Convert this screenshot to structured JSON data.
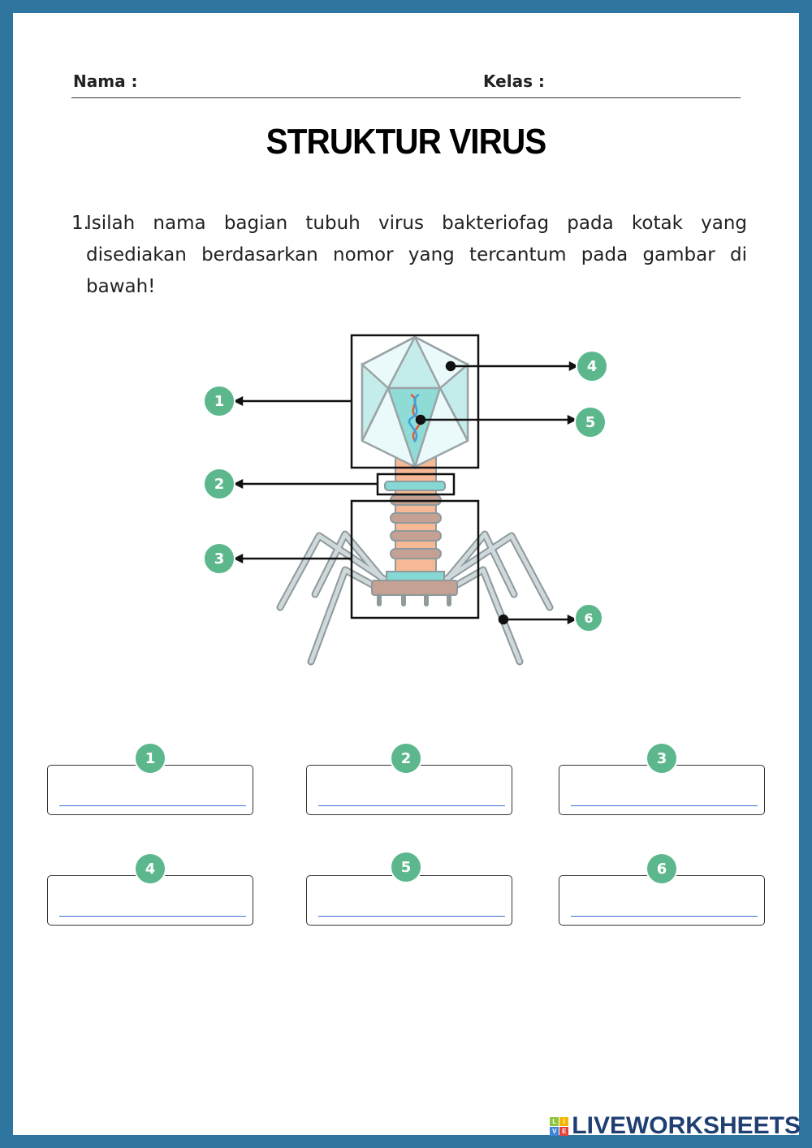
{
  "header": {
    "name_label": "Nama :",
    "class_label": "Kelas :"
  },
  "title": "STRUKTUR VIRUS",
  "question": {
    "number": "1.",
    "text": "Isilah nama bagian tubuh virus bakteriofag pada kotak yang disediakan berdasarkan nomor yang tercantum pada gambar di bawah!"
  },
  "diagram_labels": [
    "1",
    "2",
    "3",
    "4",
    "5",
    "6"
  ],
  "answer_boxes": [
    {
      "number": "1",
      "value": ""
    },
    {
      "number": "2",
      "value": ""
    },
    {
      "number": "3",
      "value": ""
    },
    {
      "number": "4",
      "value": ""
    },
    {
      "number": "5",
      "value": ""
    },
    {
      "number": "6",
      "value": ""
    }
  ],
  "logo": {
    "text": "LIVEWORKSHEETS",
    "tiles": [
      "L",
      "I",
      "V",
      "E"
    ]
  },
  "colors": {
    "border": "#2e76a0",
    "badge": "#5cb88c",
    "answer_line": "#3a6fd0"
  }
}
